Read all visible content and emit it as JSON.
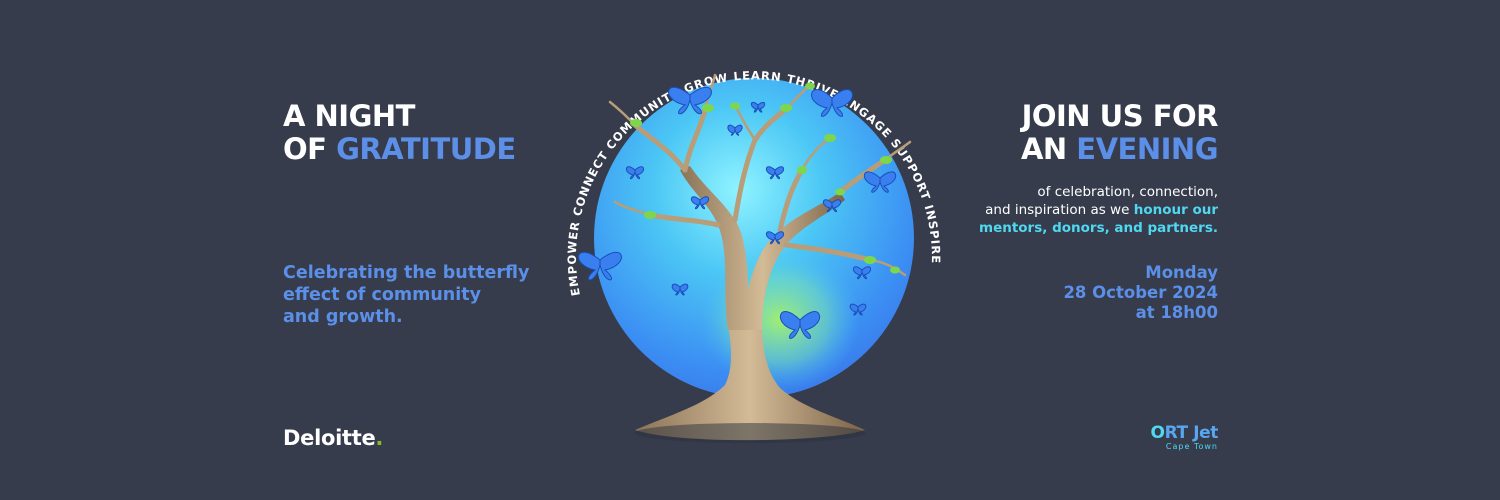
{
  "left": {
    "title_line1": "A NIGHT",
    "title_line2_prefix": "OF ",
    "title_line2_accent": "GRATITUDE",
    "subtitle_lines": [
      "Celebrating the butterfly",
      "effect of community",
      "and growth."
    ],
    "logo_text": "Deloitte",
    "logo_dot": "."
  },
  "right": {
    "heading_line1": "JOIN US FOR",
    "heading_line2_prefix": "AN ",
    "heading_line2_accent": "EVENING",
    "desc_line1": "of celebration, connection,",
    "desc_line2_prefix": "and inspiration as we ",
    "desc_line2_highlight": "honour our",
    "desc_line3_highlight": "mentors, donors, and partners.",
    "date_lines": [
      "Monday",
      "28 October 2024",
      "at 18h00"
    ],
    "logo_main_o": "O",
    "logo_main_rest": "RT Jet",
    "logo_sub": "Cape Town"
  },
  "art": {
    "arc_words": [
      "EMPOWER",
      "CONNECT",
      "COMMUNITY",
      "GROW",
      "LEARN",
      "THRIVE",
      "ENGAGE",
      "SUPPORT",
      "INSPIRE"
    ]
  },
  "colors": {
    "background": "#363c4c",
    "accent_blue": "#5b8fe8",
    "highlight_cyan": "#4fd8f0",
    "deloitte_green": "#86bc25"
  }
}
